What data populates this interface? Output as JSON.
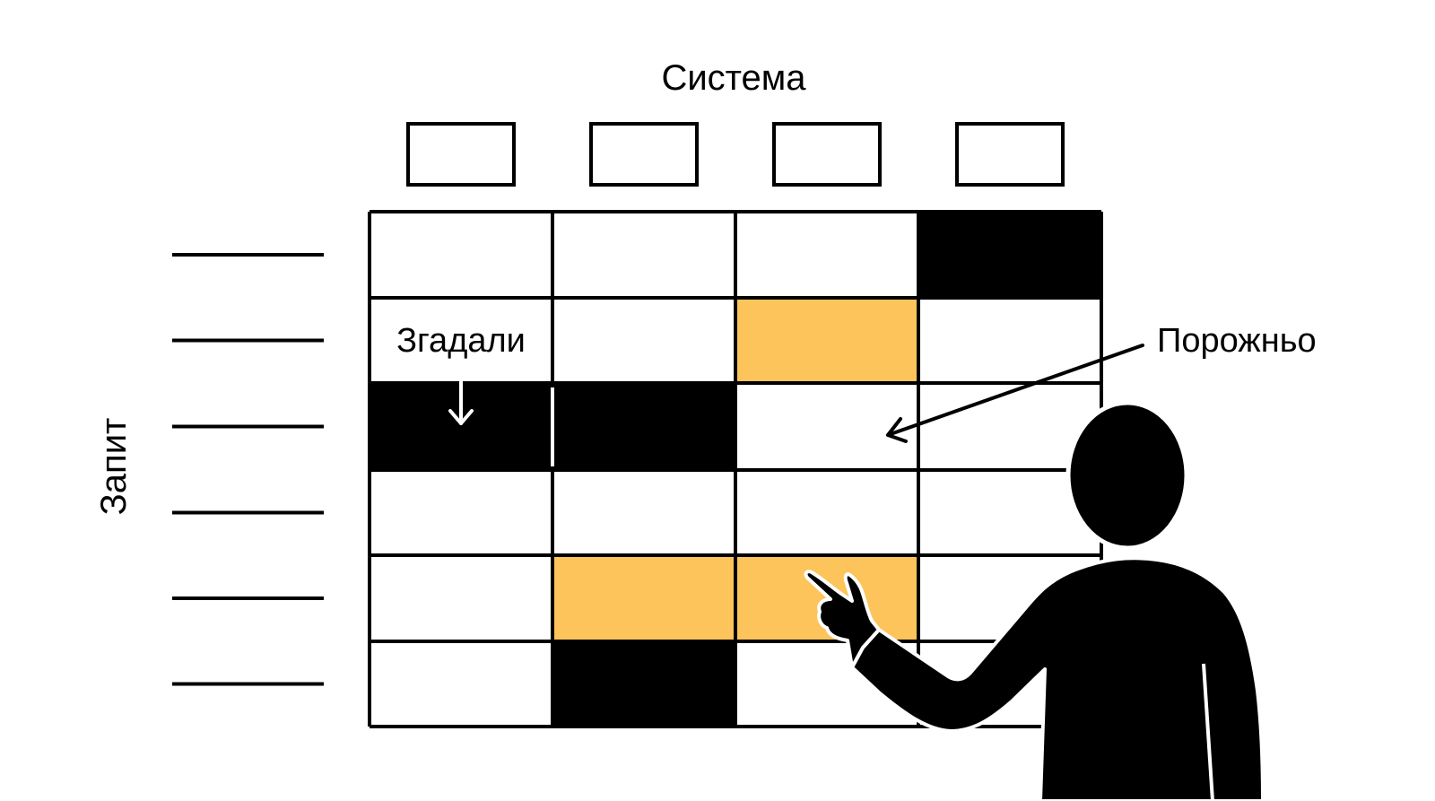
{
  "labels": {
    "system": "Система",
    "query": "Запит",
    "recalled": "Згадали",
    "empty": "Порожньо"
  },
  "colors": {
    "black": "#000000",
    "highlight": "#fcc45a",
    "white": "#ffffff"
  },
  "grid": {
    "rows": 6,
    "cols": 4,
    "cells": [
      [
        "white",
        "white",
        "white",
        "black"
      ],
      [
        "white",
        "white",
        "highlight",
        "white"
      ],
      [
        "black",
        "black",
        "white",
        "white"
      ],
      [
        "white",
        "white",
        "white",
        "white"
      ],
      [
        "white",
        "highlight",
        "highlight",
        "white"
      ],
      [
        "white",
        "black",
        "white",
        "white"
      ]
    ]
  },
  "icons": {
    "figure": "person-pointing-icon"
  }
}
